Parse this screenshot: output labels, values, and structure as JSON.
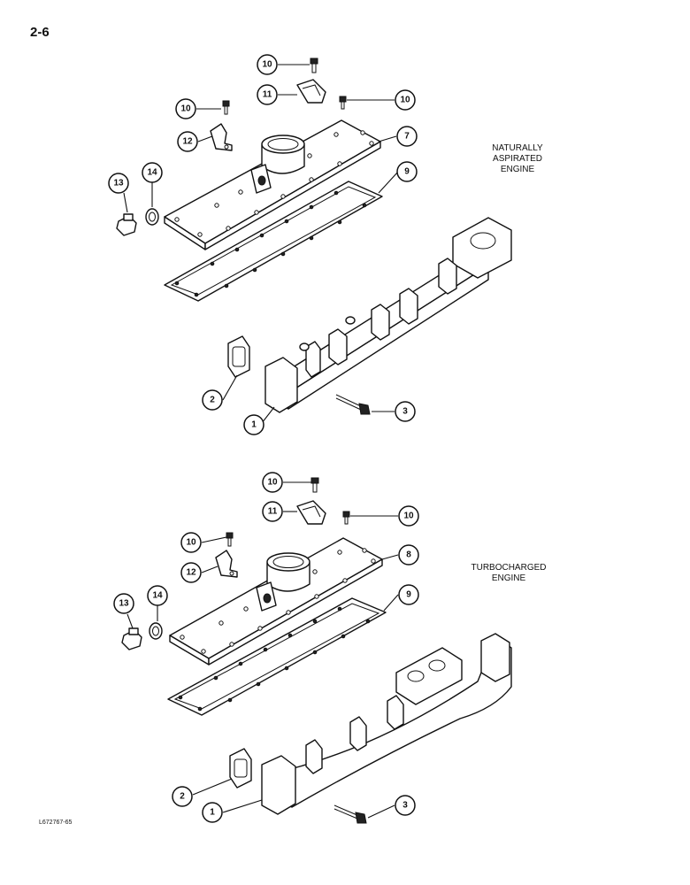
{
  "page_number": "2-6",
  "reference_code": "L672767-65",
  "assemblies": [
    {
      "label_line1": "NATURALLY ASPIRATED",
      "label_line2": "ENGINE"
    },
    {
      "label_line1": "TURBOCHARGED",
      "label_line2": "ENGINE"
    }
  ],
  "callouts": {
    "na": [
      "10",
      "11",
      "10",
      "10",
      "12",
      "7",
      "13",
      "14",
      "9",
      "2",
      "1",
      "3"
    ],
    "tc": [
      "10",
      "11",
      "10",
      "10",
      "12",
      "8",
      "13",
      "14",
      "9",
      "2",
      "1",
      "3"
    ]
  }
}
